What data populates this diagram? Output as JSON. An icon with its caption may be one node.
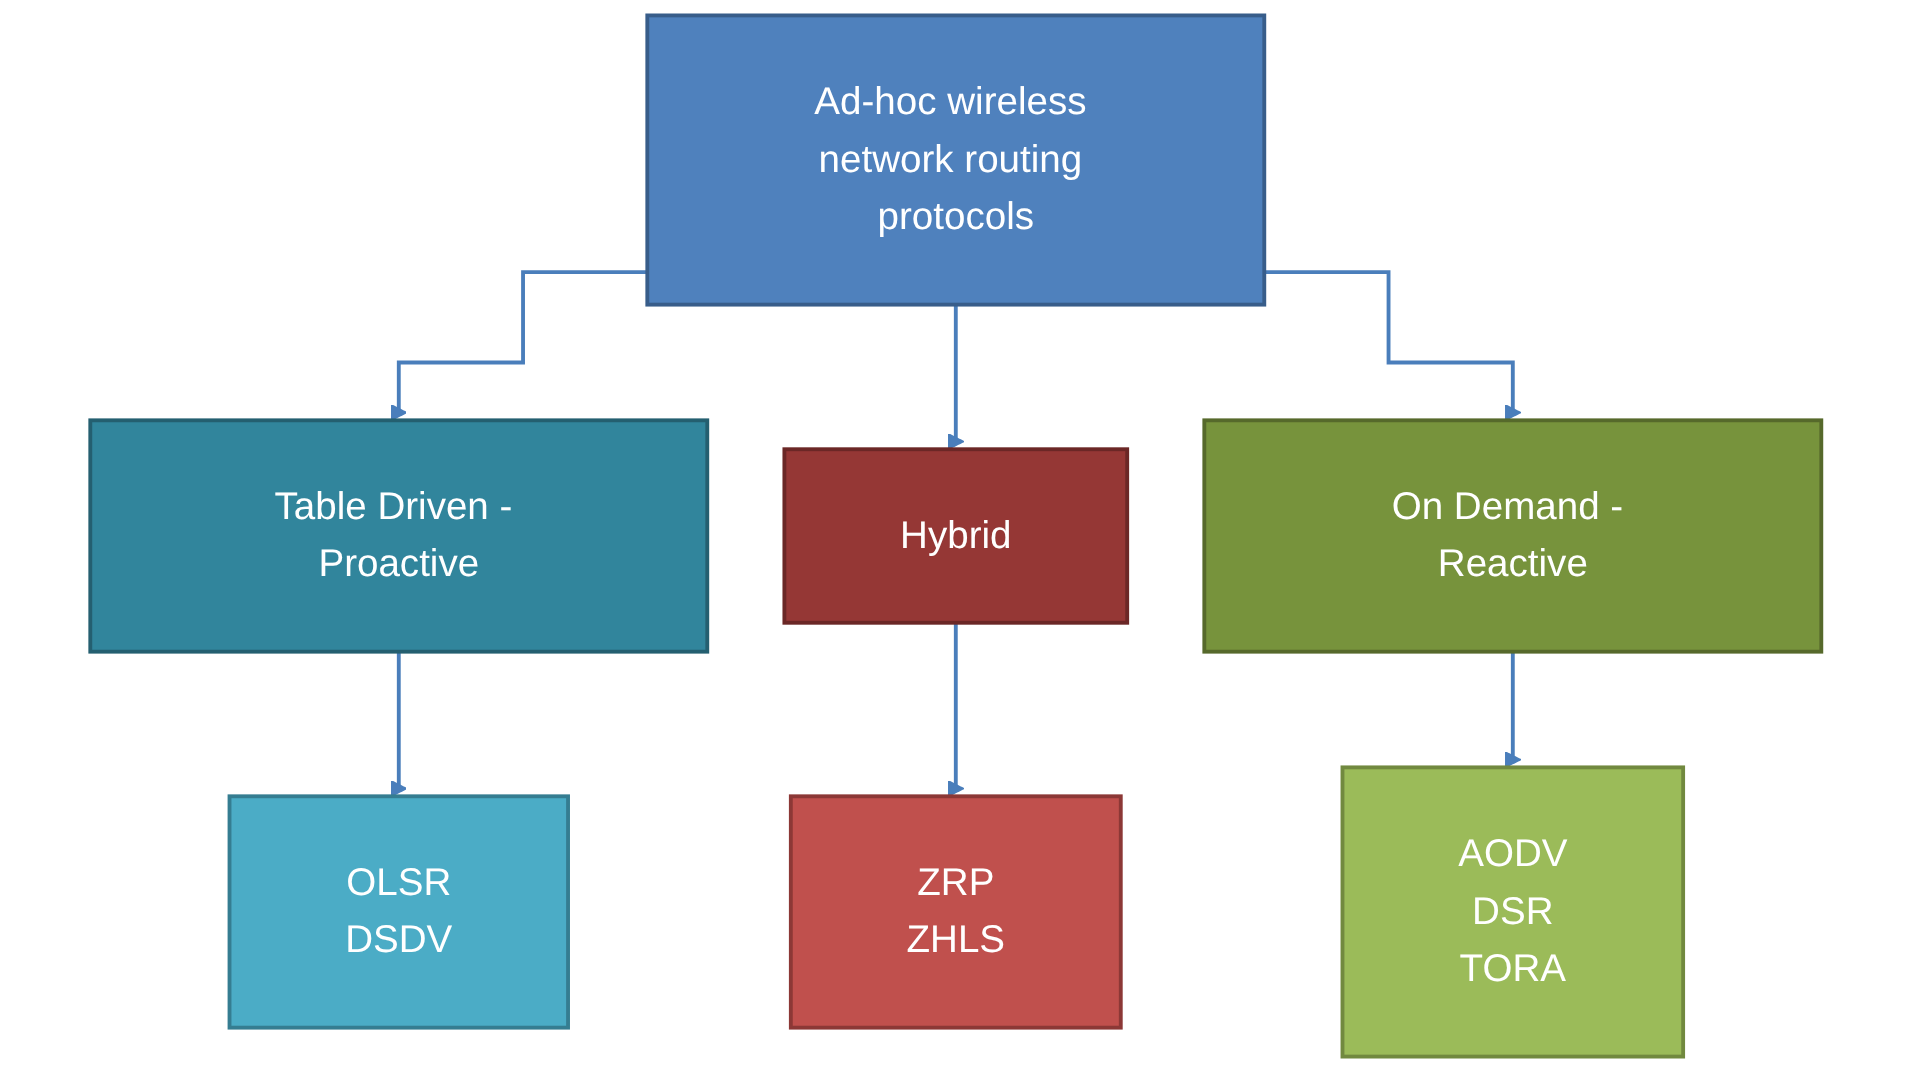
{
  "diagram": {
    "nodes": [
      {
        "text": [
          "Ad-hoc wireless network routing protocols"
        ]
      },
      {
        "text": [
          "Table Driven - Proactive"
        ]
      },
      {
        "text": [
          "Hybrid"
        ]
      },
      {
        "text": [
          "On Demand - Reactive"
        ]
      },
      {
        "text": [
          "OLSR",
          "DSDV"
        ]
      },
      {
        "text": [
          "ZRP",
          "ZHLS"
        ]
      },
      {
        "text": [
          "AODV",
          "DSR",
          "TORA"
        ]
      }
    ],
    "edges": [
      {
        "from": 0,
        "to": 1,
        "arrow": "to"
      },
      {
        "from": 0,
        "to": 2,
        "arrow": "to"
      },
      {
        "from": 0,
        "to": 3,
        "arrow": "to"
      },
      {
        "from": 1,
        "to": 4,
        "arrow": "to"
      },
      {
        "from": 2,
        "to": 5,
        "arrow": "to"
      },
      {
        "from": 3,
        "to": 6,
        "arrow": "to"
      }
    ]
  }
}
